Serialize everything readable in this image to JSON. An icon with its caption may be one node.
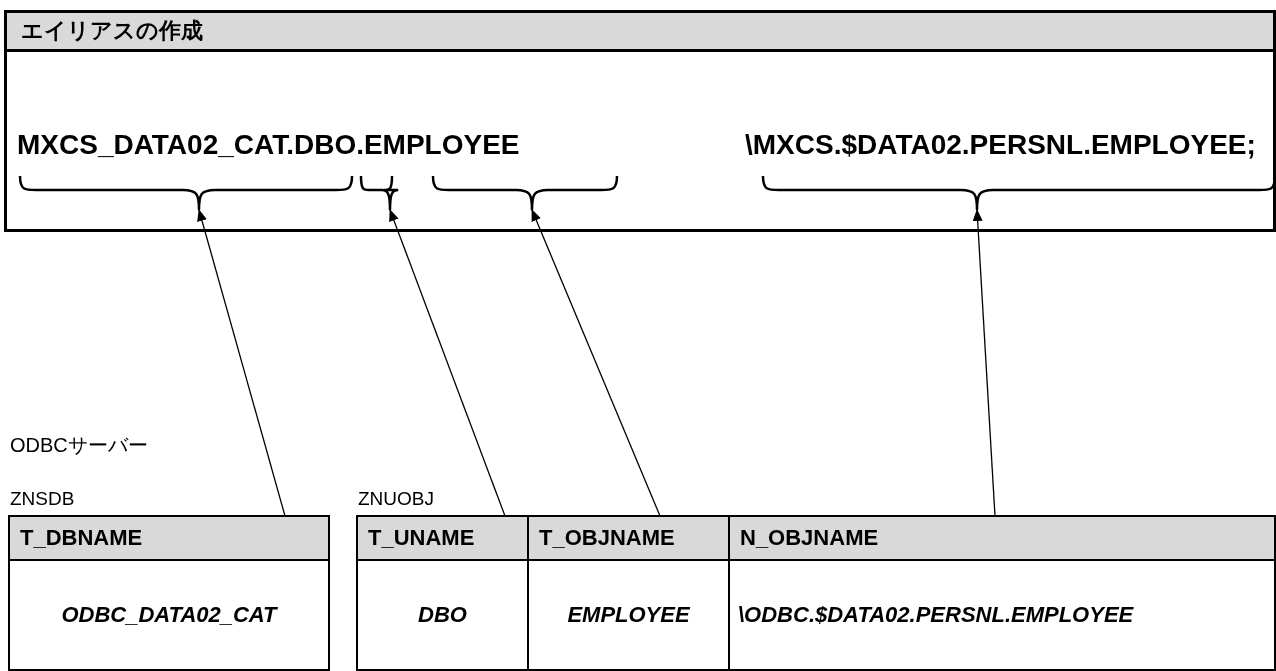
{
  "diagram": {
    "nodes": [
      {
        "text": [
          "エイリアスの作成"
        ]
      },
      {
        "text": [
          "MXCS_DATA02_CAT.DBO.EMPLOYEE"
        ],
        "in": 0
      },
      {
        "text": [
          "\\MXCS.$DATA02.PERSNL.EMPLOYEE;"
        ],
        "in": 0
      },
      {
        "text": [],
        "shape": "brace",
        "in": 0
      },
      {
        "text": [],
        "shape": "brace",
        "in": 0
      },
      {
        "text": [],
        "shape": "brace",
        "in": 0
      },
      {
        "text": [],
        "shape": "brace",
        "in": 0
      },
      {
        "text": [],
        "shape": "table",
        "beside": [
          "ZNSDB"
        ]
      },
      {
        "text": [
          "T_DBNAME"
        ],
        "in": 7
      },
      {
        "text": [
          "ODBC_DATA02_CAT"
        ],
        "in": 7
      },
      {
        "text": [],
        "shape": "table",
        "beside": [
          "ZNUOBJ"
        ]
      },
      {
        "text": [
          "T_UNAME"
        ],
        "in": 10
      },
      {
        "text": [
          "T_OBJNAME"
        ],
        "in": 10
      },
      {
        "text": [
          "N_OBJNAME"
        ],
        "in": 10
      },
      {
        "text": [
          "DBO"
        ],
        "in": 10
      },
      {
        "text": [
          "EMPLOYEE"
        ],
        "in": 10
      },
      {
        "text": [
          "\\ODBC.$DATA02.PERSNL.EMPLOYEE"
        ],
        "in": 10
      }
    ],
    "edges": [
      {
        "from": 8,
        "to": 3,
        "arrow": "to"
      },
      {
        "from": 11,
        "to": 4,
        "arrow": "to"
      },
      {
        "from": 12,
        "to": 5,
        "arrow": "to"
      },
      {
        "from": 13,
        "to": 6,
        "arrow": "to"
      }
    ],
    "labels": [
      "ODBCサーバー"
    ]
  }
}
